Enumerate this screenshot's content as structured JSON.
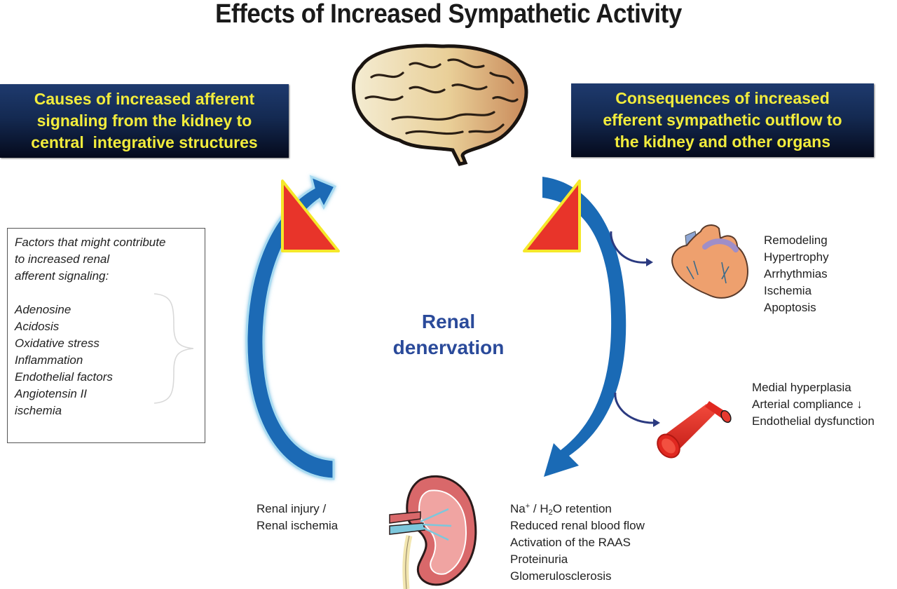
{
  "title": "Effects of Increased Sympathetic Activity",
  "left_header": {
    "lines": [
      "Causes of increased afferent",
      "signaling from the kidney to",
      "central  integrative structures"
    ]
  },
  "right_header": {
    "lines": [
      "Consequences of increased",
      "efferent sympathetic outflow to",
      "the kidney and other organs"
    ]
  },
  "center_label": {
    "lines": [
      "Renal",
      "denervation"
    ]
  },
  "factors_box": {
    "intro": [
      "Factors that might contribute",
      "to increased renal",
      "afferent signaling:"
    ],
    "items": [
      "Adenosine",
      "Acidosis",
      "Oxidative stress",
      "Inflammation",
      "Endothelial factors",
      "Angiotensin II",
      "ischemia"
    ]
  },
  "heart_effects": [
    "Remodeling",
    "Hypertrophy",
    "Arrhythmias",
    "Ischemia",
    "Apoptosis"
  ],
  "vessel_effects": [
    "Medial hyperplasia",
    "Arterial compliance ↓",
    "Endothelial dysfunction"
  ],
  "kidney_effects": {
    "na_prefix": "Na",
    "na_sup": "+",
    "na_mid": " / H",
    "na_sub": "2",
    "na_suffix": "O retention",
    "items": [
      "Reduced renal blood flow",
      "Activation of the RAAS",
      "Proteinuria",
      "Glomerulosclerosis"
    ]
  },
  "renal_injury": [
    "Renal injury /",
    "Renal ischemia"
  ],
  "icons": {
    "brain": "brain-illustration",
    "heart": "heart-illustration",
    "vessel": "artery-illustration",
    "kidney": "kidney-illustration",
    "left_triangle": "red-triangle-left",
    "right_triangle": "red-triangle-right"
  },
  "colors": {
    "header_text": "#f2ec3c",
    "header_bg_top": "#1e3a6e",
    "header_bg_bottom": "#050a1c",
    "arrow_blue": "#1a6ab5",
    "triangle_red": "#e8342a",
    "triangle_border": "#f5e82a",
    "center_label": "#2a4a9a"
  }
}
